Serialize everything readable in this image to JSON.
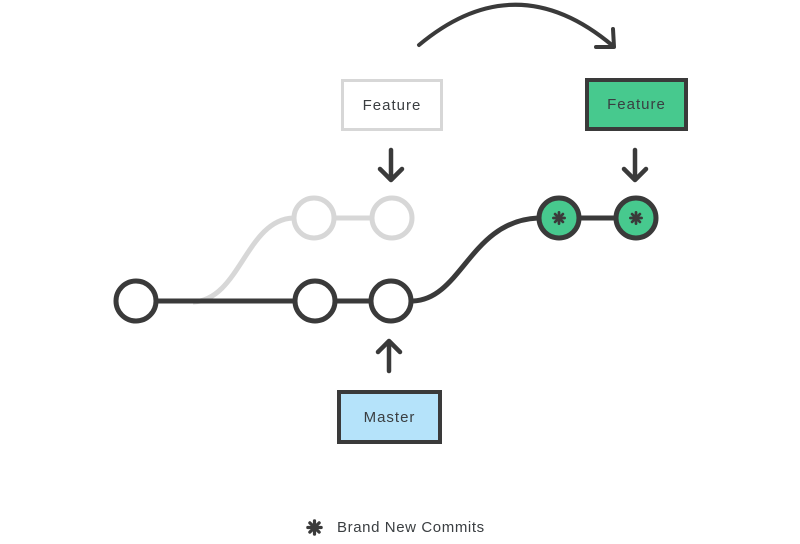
{
  "title": "Git rebase diagram",
  "colors": {
    "dark": "#3a3a3a",
    "gray": "#d7d7d7",
    "green": "#47c98e",
    "blue": "#b5e3fa",
    "text": "#3a3e41",
    "background": "#ffffff"
  },
  "boxes": {
    "feature_old": {
      "label": "Feature"
    },
    "feature_new": {
      "label": "Feature"
    },
    "master": {
      "label": "Master"
    }
  },
  "legend": {
    "icon": "asterisk-icon",
    "label": "Brand New Commits"
  },
  "diagram": {
    "master_commit_count": 3,
    "old_feature_commit_count": 2,
    "new_commit_count": 2
  }
}
